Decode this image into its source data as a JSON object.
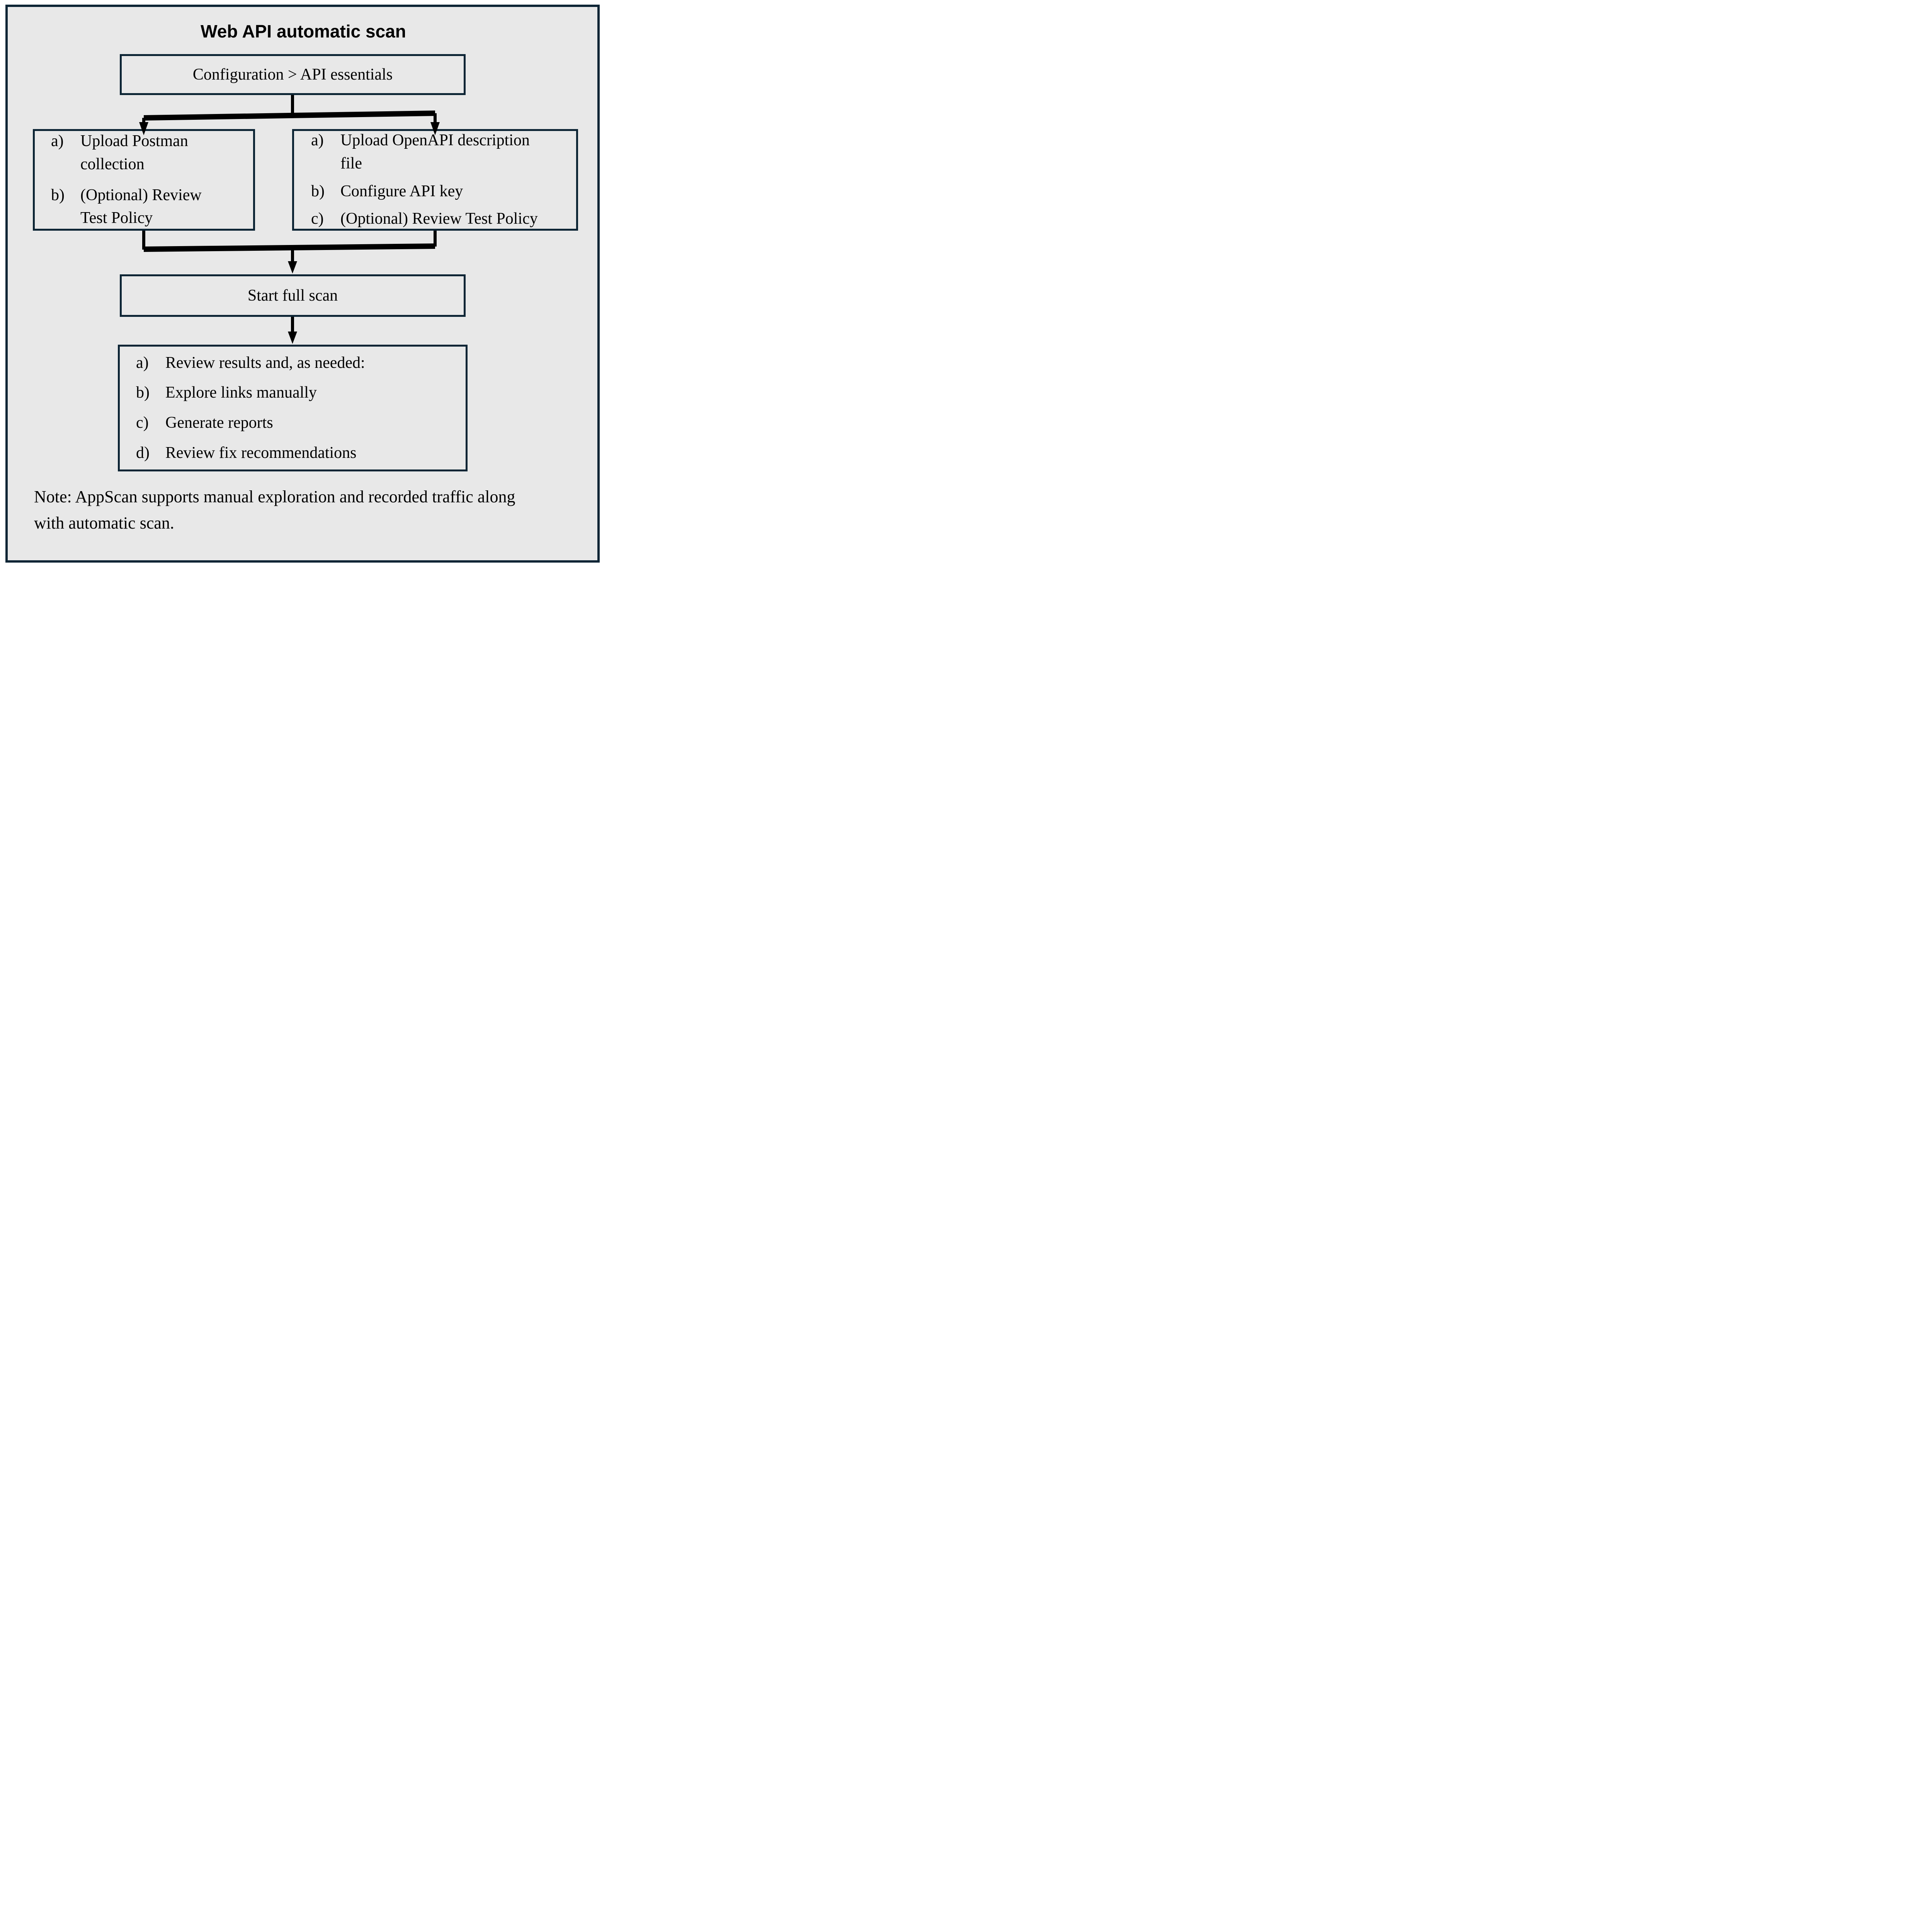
{
  "diagram": {
    "title": "Web API automatic scan",
    "config_box": {
      "label": "Configuration > API essentials"
    },
    "postman_box": {
      "items": [
        {
          "marker": "a)",
          "text": "Upload Postman collection"
        },
        {
          "marker": "b)",
          "text": "(Optional) Review Test Policy"
        }
      ]
    },
    "openapi_box": {
      "items": [
        {
          "marker": "a)",
          "text": "Upload OpenAPI description file"
        },
        {
          "marker": "b)",
          "text": "Configure API key"
        },
        {
          "marker": "c)",
          "text": "(Optional) Review Test Policy"
        }
      ]
    },
    "start_box": {
      "label": "Start full scan"
    },
    "results_box": {
      "items": [
        {
          "marker": "a)",
          "text": "Review results and, as needed:"
        },
        {
          "marker": "b)",
          "text": "Explore links manually"
        },
        {
          "marker": "c)",
          "text": "Generate reports"
        },
        {
          "marker": "d)",
          "text": "Review fix recommendations"
        }
      ]
    },
    "note": {
      "line1": "Note: AppScan supports manual exploration and recorded traffic along",
      "line2": "with automatic scan."
    },
    "colors": {
      "border": "#0d2535",
      "background": "#e8e8e8",
      "connector": "#000000",
      "page": "#ffffff",
      "text": "#000000"
    }
  }
}
